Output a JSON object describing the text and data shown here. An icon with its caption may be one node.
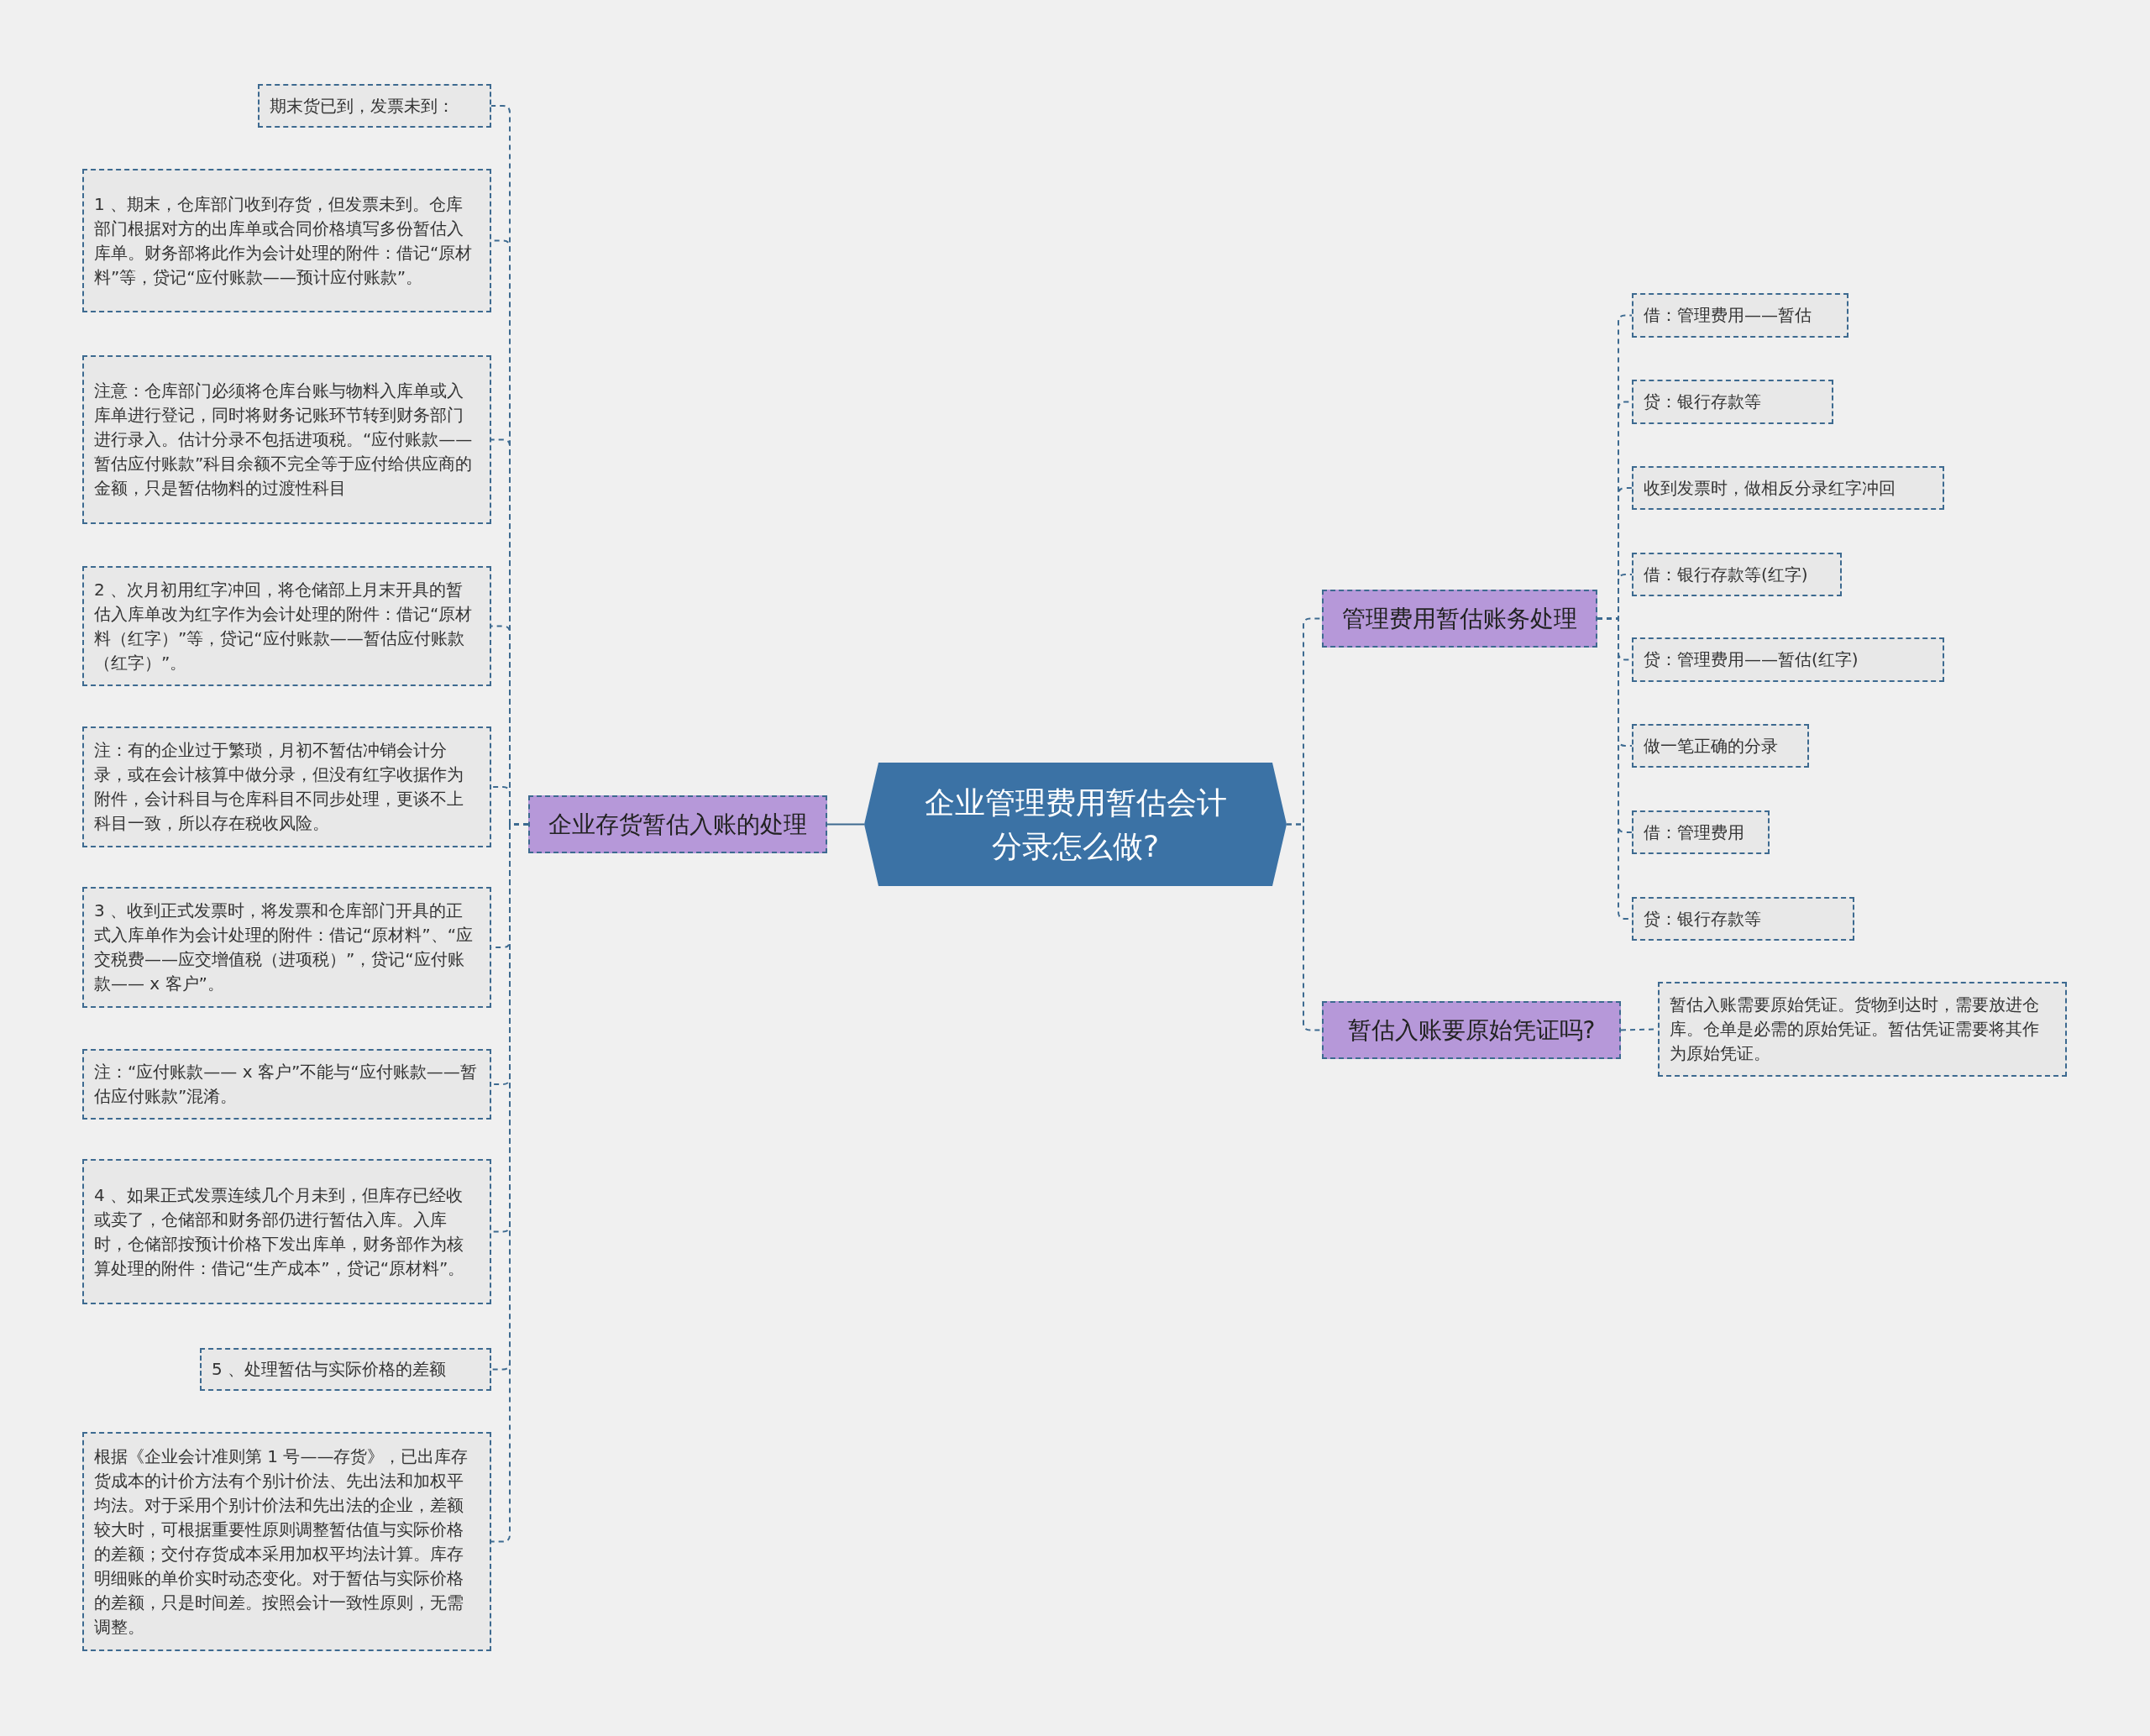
{
  "diagram": {
    "nodes": [
      {
        "text": [
          "企业管理费用暂估会计分录怎么做?"
        ]
      },
      {
        "text": [
          "企业存货暂估入账的处理"
        ]
      },
      {
        "text": [
          "管理费用暂估账务处理"
        ]
      },
      {
        "text": [
          "暂估入账要原始凭证吗?"
        ]
      },
      {
        "text": [
          "期末货已到，发票未到："
        ]
      },
      {
        "text": [
          "1 、期末，仓库部门收到存货，但发票未到。仓库部门根据对方的出库单或合同价格填写多份暂估入库单。财务部将此作为会计处理的附件：借记“原材料”等，贷记“应付账款——预计应付账款”。"
        ]
      },
      {
        "text": [
          "注意：仓库部门必须将仓库台账与物料入库单或入库单进行登记，同时将财务记账环节转到财务部门进行录入。估计分录不包括进项税。“应付账款——暂估应付账款”科目余额不完全等于应付给供应商的金额，只是暂估物料的过渡性科目"
        ]
      },
      {
        "text": [
          "2 、次月初用红字冲回，将仓储部上月末开具的暂估入库单改为红字作为会计处理的附件：借记“原材料（红字）”等，贷记“应付账款——暂估应付账款（红字）”。"
        ]
      },
      {
        "text": [
          "注：有的企业过于繁琐，月初不暂估冲销会计分录，或在会计核算中做分录，但没有红字收据作为附件，会计科目与仓库科目不同步处理，更谈不上科目一致，所以存在税收风险。"
        ]
      },
      {
        "text": [
          "3 、收到正式发票时，将发票和仓库部门开具的正式入库单作为会计处理的附件：借记“原材料”、“应交税费——应交增值税（进项税）”，贷记“应付账款—— x 客户”。"
        ]
      },
      {
        "text": [
          "注：“应付账款—— x 客户”不能与“应付账款——暂估应付账款”混淆。"
        ]
      },
      {
        "text": [
          "4 、如果正式发票连续几个月未到，但库存已经收或卖了，仓储部和财务部仍进行暂估入库。入库时，仓储部按预计价格下发出库单，财务部作为核算处理的附件：借记“生产成本”，贷记“原材料”。"
        ]
      },
      {
        "text": [
          "5 、处理暂估与实际价格的差额"
        ]
      },
      {
        "text": [
          "根据《企业会计准则第 1 号——存货》，已出库存货成本的计价方法有个别计价法、先出法和加权平均法。对于采用个别计价法和先出法的企业，差额较大时，可根据重要性原则调整暂估值与实际价格的差额；交付存货成本采用加权平均法计算。库存明细账的单价实时动态变化。对于暂估与实际价格的差额，只是时间差。按照会计一致性原则，无需调整。"
        ]
      },
      {
        "text": [
          "借：管理费用——暂估"
        ]
      },
      {
        "text": [
          "贷：银行存款等"
        ]
      },
      {
        "text": [
          "收到发票时，做相反分录红字冲回"
        ]
      },
      {
        "text": [
          "借：银行存款等(红字)"
        ]
      },
      {
        "text": [
          "贷：管理费用——暂估(红字)"
        ]
      },
      {
        "text": [
          "做一笔正确的分录"
        ]
      },
      {
        "text": [
          "借：管理费用"
        ]
      },
      {
        "text": [
          "贷：银行存款等"
        ]
      },
      {
        "text": [
          "暂估入账需要原始凭证。货物到达时，需要放进仓库。仓单是必需的原始凭证。暂估凭证需要将其作为原始凭证。"
        ]
      }
    ],
    "edges": [
      {
        "from": 0,
        "to": 1,
        "arrow": "none"
      },
      {
        "from": 0,
        "to": 2,
        "arrow": "none",
        "style": "dashed"
      },
      {
        "from": 0,
        "to": 3,
        "arrow": "none",
        "style": "dashed"
      },
      {
        "from": 1,
        "to": 4,
        "arrow": "none",
        "style": "dashed"
      },
      {
        "from": 1,
        "to": 5,
        "arrow": "none",
        "style": "dashed"
      },
      {
        "from": 1,
        "to": 6,
        "arrow": "none",
        "style": "dashed"
      },
      {
        "from": 1,
        "to": 7,
        "arrow": "none",
        "style": "dashed"
      },
      {
        "from": 1,
        "to": 8,
        "arrow": "none",
        "style": "dashed"
      },
      {
        "from": 1,
        "to": 9,
        "arrow": "none",
        "style": "dashed"
      },
      {
        "from": 1,
        "to": 10,
        "arrow": "none",
        "style": "dashed"
      },
      {
        "from": 1,
        "to": 11,
        "arrow": "none",
        "style": "dashed"
      },
      {
        "from": 1,
        "to": 12,
        "arrow": "none",
        "style": "dashed"
      },
      {
        "from": 1,
        "to": 13,
        "arrow": "none",
        "style": "dashed"
      },
      {
        "from": 2,
        "to": 14,
        "arrow": "none",
        "style": "dashed"
      },
      {
        "from": 2,
        "to": 15,
        "arrow": "none",
        "style": "dashed"
      },
      {
        "from": 2,
        "to": 16,
        "arrow": "none",
        "style": "dashed"
      },
      {
        "from": 2,
        "to": 17,
        "arrow": "none",
        "style": "dashed"
      },
      {
        "from": 2,
        "to": 18,
        "arrow": "none",
        "style": "dashed"
      },
      {
        "from": 2,
        "to": 19,
        "arrow": "none",
        "style": "dashed"
      },
      {
        "from": 2,
        "to": 20,
        "arrow": "none",
        "style": "dashed"
      },
      {
        "from": 2,
        "to": 21,
        "arrow": "none",
        "style": "dashed"
      },
      {
        "from": 3,
        "to": 22,
        "arrow": "none",
        "style": "dashed"
      }
    ]
  }
}
